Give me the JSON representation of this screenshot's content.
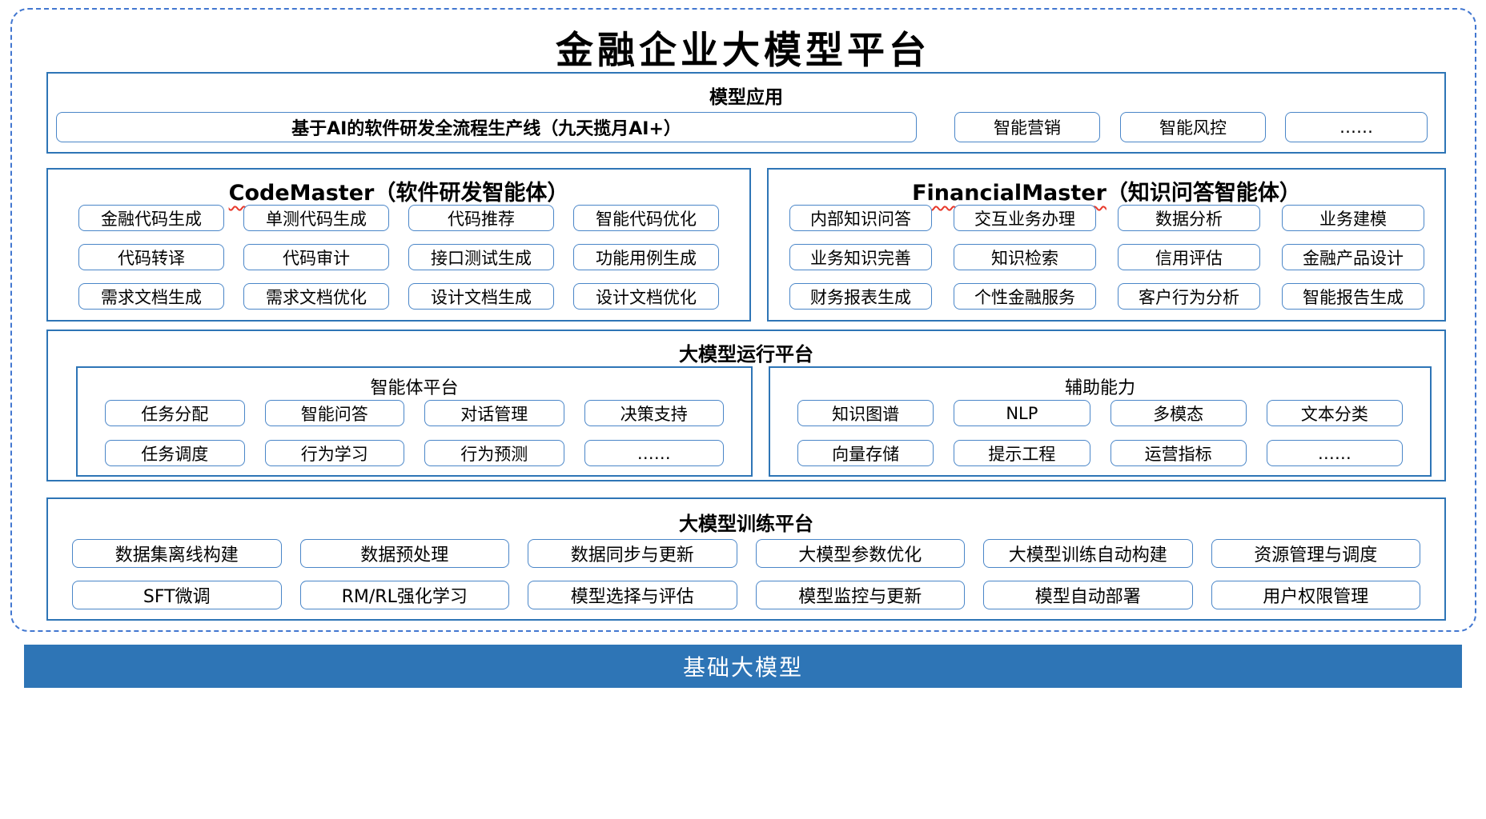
{
  "title": "金融企业大模型平台",
  "model_app": {
    "header": "模型应用",
    "pipeline": "基于AI的软件研发全流程生产线（九天揽月AI+）",
    "buttons": [
      "智能营销",
      "智能风控",
      "……"
    ]
  },
  "code_master": {
    "name": "CodeMaster",
    "subtitle": "（软件研发智能体）",
    "rows": [
      [
        "金融代码生成",
        "单测代码生成",
        "代码推荐",
        "智能代码优化"
      ],
      [
        "代码转译",
        "代码审计",
        "接口测试生成",
        "功能用例生成"
      ],
      [
        "需求文档生成",
        "需求文档优化",
        "设计文档生成",
        "设计文档优化"
      ]
    ]
  },
  "financial_master": {
    "name": "FinancialMaster",
    "subtitle": "（知识问答智能体）",
    "rows": [
      [
        "内部知识问答",
        "交互业务办理",
        "数据分析",
        "业务建模"
      ],
      [
        "业务知识完善",
        "知识检索",
        "信用评估",
        "金融产品设计"
      ],
      [
        "财务报表生成",
        "个性金融服务",
        "客户行为分析",
        "智能报告生成"
      ]
    ]
  },
  "runtime_platform": {
    "header": "大模型运行平台",
    "agent_platform": {
      "header": "智能体平台",
      "rows": [
        [
          "任务分配",
          "智能问答",
          "对话管理",
          "决策支持"
        ],
        [
          "任务调度",
          "行为学习",
          "行为预测",
          "……"
        ]
      ]
    },
    "auxiliary": {
      "header": "辅助能力",
      "rows": [
        [
          "知识图谱",
          "NLP",
          "多模态",
          "文本分类"
        ],
        [
          "向量存储",
          "提示工程",
          "运营指标",
          "……"
        ]
      ]
    }
  },
  "training_platform": {
    "header": "大模型训练平台",
    "rows": [
      [
        "数据集离线构建",
        "数据预处理",
        "数据同步与更新",
        "大模型参数优化",
        "大模型训练自动构建",
        "资源管理与调度"
      ],
      [
        "SFT微调",
        "RM/RL强化学习",
        "模型选择与评估",
        "模型监控与更新",
        "模型自动部署",
        "用户权限管理"
      ]
    ]
  },
  "foundation": {
    "label": "基础大模型"
  },
  "colors": {
    "section_border": "#2e75b6",
    "button_border": "#4a86c8",
    "dashed_frame": "#4277d0",
    "foundation_bar": "#2e75b6",
    "squiggle": "#e8392b"
  }
}
